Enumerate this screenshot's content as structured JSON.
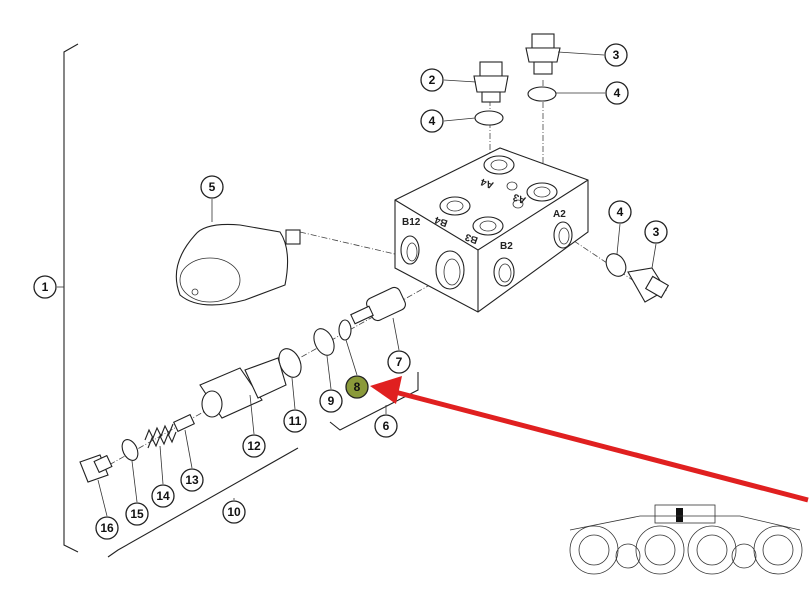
{
  "callouts": [
    "1",
    "2",
    "3",
    "3",
    "4",
    "4",
    "4",
    "5",
    "6",
    "7",
    "8",
    "9",
    "10",
    "11",
    "12",
    "13",
    "14",
    "15",
    "16"
  ],
  "highlighted_callout": "8",
  "highlight_color": "#8a9a3a",
  "arrow_color": "#e02020",
  "ports": [
    "B12",
    "B4",
    "B3",
    "A4",
    "A3",
    "A2",
    "B2"
  ]
}
